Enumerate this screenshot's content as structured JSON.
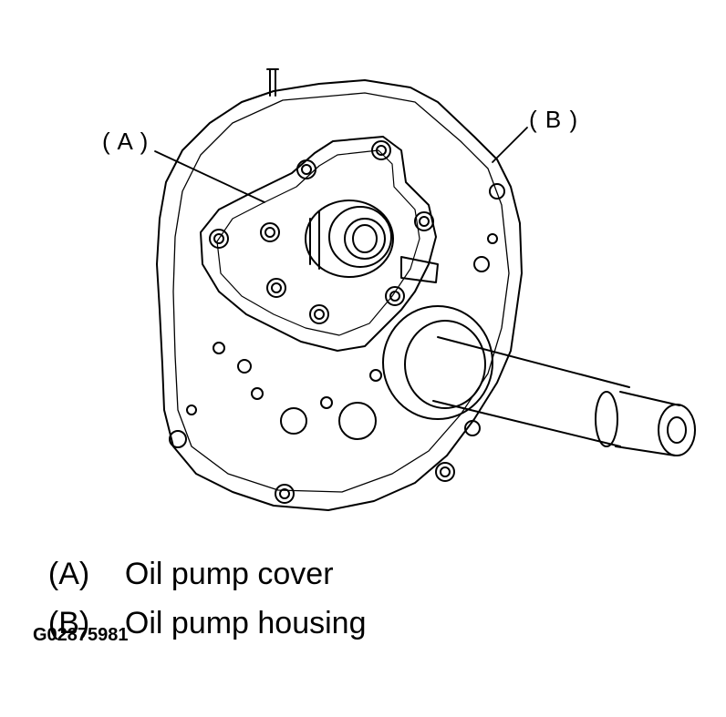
{
  "callouts": {
    "a": "( A )",
    "b": "( B )"
  },
  "legend": [
    {
      "key": "(A)",
      "label": "Oil pump cover"
    },
    {
      "key": "(B)",
      "label": "Oil pump housing"
    }
  ],
  "figure_id": "G02875981"
}
